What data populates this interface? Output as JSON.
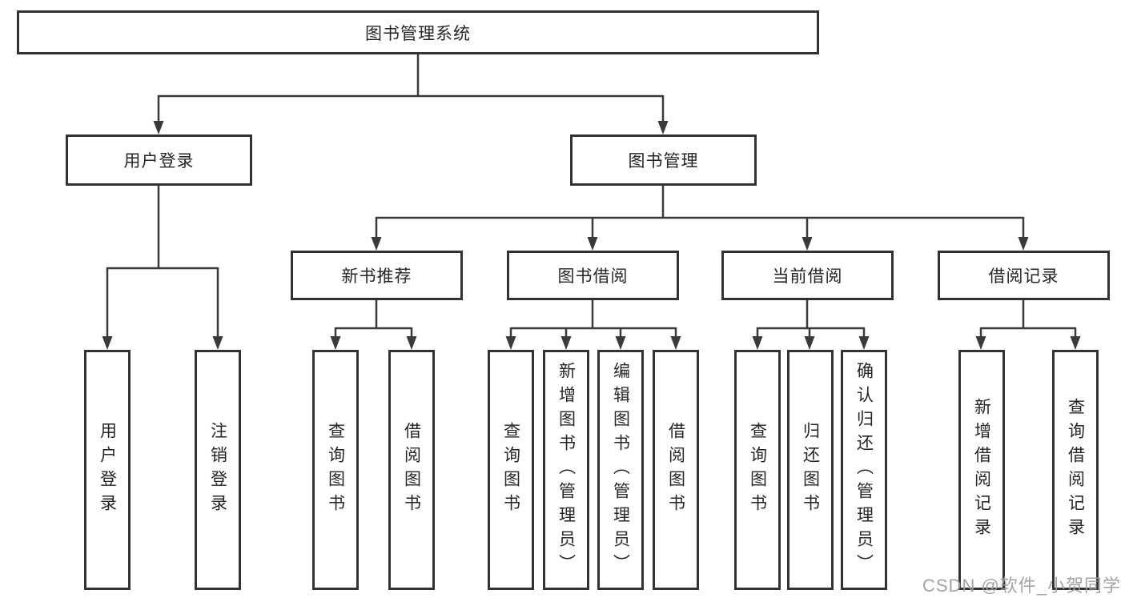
{
  "diagram": {
    "type": "hierarchy-tree",
    "colors": {
      "background": "#ffffff",
      "line": "#3a3a3a",
      "box_border": "#333333",
      "text": "#262626",
      "watermark": "#9e9e9e"
    },
    "watermark": "CSDN @软件_小贺同学",
    "nodes": {
      "root": {
        "label": "图书管理系统"
      },
      "user_login": {
        "label": "用户登录"
      },
      "book_mgmt": {
        "label": "图书管理"
      },
      "new_book_rec": {
        "label": "新书推荐"
      },
      "book_borrow": {
        "label": "图书借阅"
      },
      "current_borrow": {
        "label": "当前借阅"
      },
      "borrow_record": {
        "label": "借阅记录"
      },
      "leaf_user_login": {
        "label": "用户登录"
      },
      "leaf_logout": {
        "label": "注销登录"
      },
      "leaf_nb_query": {
        "label": "查询图书"
      },
      "leaf_nb_borrow": {
        "label": "借阅图书"
      },
      "leaf_bb_query": {
        "label": "查询图书"
      },
      "leaf_bb_add": {
        "label": "新增图书（管理员）"
      },
      "leaf_bb_edit": {
        "label": "编辑图书（管理员）"
      },
      "leaf_bb_borrow": {
        "label": "借阅图书"
      },
      "leaf_cb_query": {
        "label": "查询图书"
      },
      "leaf_cb_return": {
        "label": "归还图书"
      },
      "leaf_cb_confirm": {
        "label": "确认归还（管理员）"
      },
      "leaf_br_add": {
        "label": "新增借阅记录"
      },
      "leaf_br_query": {
        "label": "查询借阅记录"
      }
    },
    "structure": {
      "root": "图书管理系统",
      "children": [
        {
          "label": "用户登录",
          "children": [
            "用户登录",
            "注销登录"
          ]
        },
        {
          "label": "图书管理",
          "children": [
            {
              "label": "新书推荐",
              "children": [
                "查询图书",
                "借阅图书"
              ]
            },
            {
              "label": "图书借阅",
              "children": [
                "查询图书",
                "新增图书（管理员）",
                "编辑图书（管理员）",
                "借阅图书"
              ]
            },
            {
              "label": "当前借阅",
              "children": [
                "查询图书",
                "归还图书",
                "确认归还（管理员）"
              ]
            },
            {
              "label": "借阅记录",
              "children": [
                "新增借阅记录",
                "查询借阅记录"
              ]
            }
          ]
        }
      ]
    }
  }
}
